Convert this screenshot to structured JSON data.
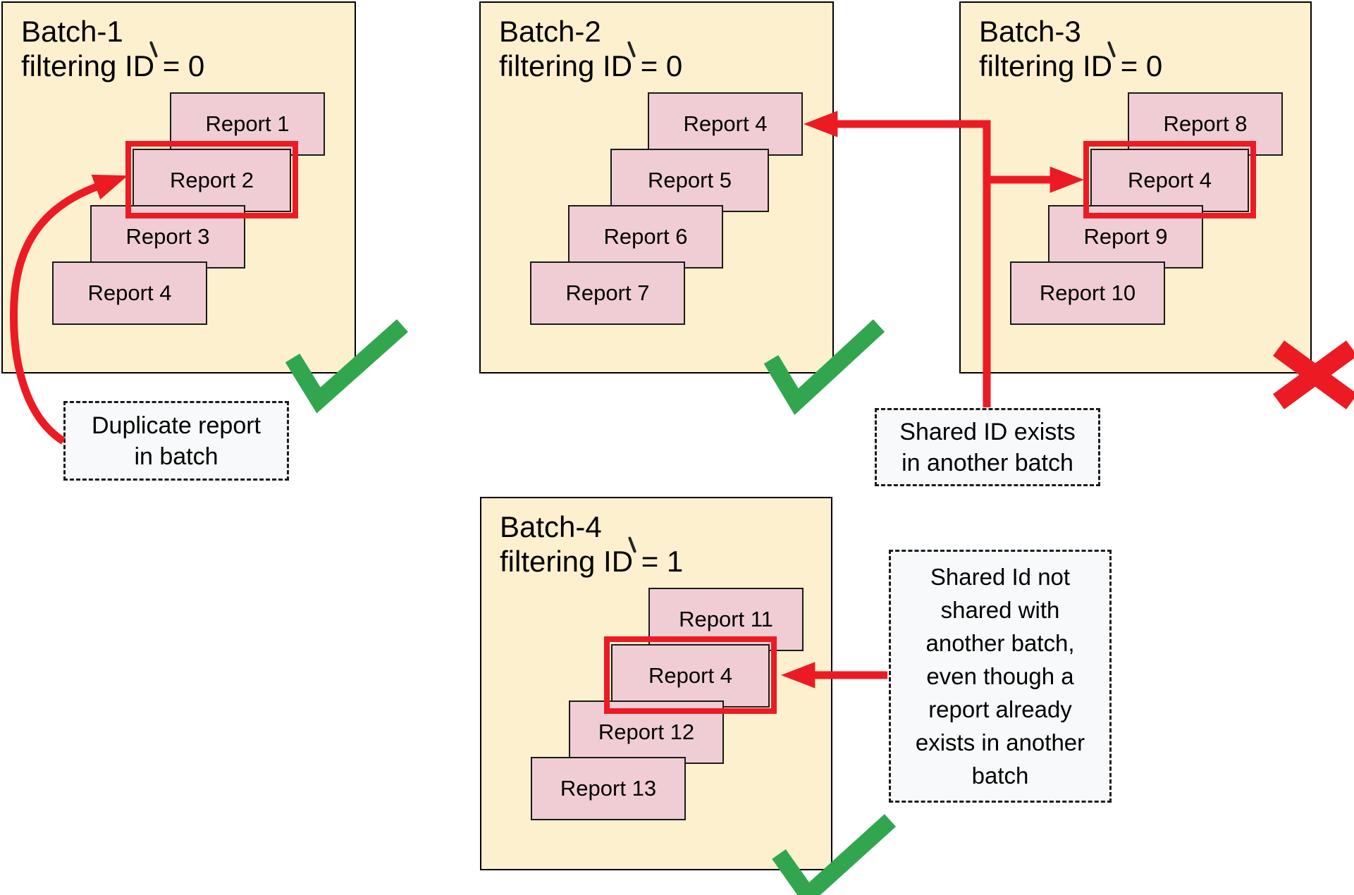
{
  "colors": {
    "batch-fill": "#fcf0ce",
    "report-fill": "#f0cdd4",
    "red": "#ec1b23",
    "green": "#31a64f",
    "note-fill": "#f7f9fa",
    "line": "#000000",
    "text": "#000000"
  },
  "batches": [
    {
      "name": "Batch-1",
      "title_line1": "Batch-1",
      "title_line2": "filtering ID = 0",
      "status": "valid",
      "status_icon": "green-checkmark",
      "reports": [
        {
          "label": "Report 1",
          "highlighted": false
        },
        {
          "label": "Report 2",
          "highlighted": true
        },
        {
          "label": "Report 3",
          "highlighted": false
        },
        {
          "label": "Report 4",
          "highlighted": false
        }
      ]
    },
    {
      "name": "Batch-2",
      "title_line1": "Batch-2",
      "title_line2": "filtering ID = 0",
      "status": "valid",
      "status_icon": "green-checkmark",
      "reports": [
        {
          "label": "Report 4",
          "highlighted": false
        },
        {
          "label": "Report 5",
          "highlighted": false
        },
        {
          "label": "Report 6",
          "highlighted": false
        },
        {
          "label": "Report 7",
          "highlighted": false
        }
      ]
    },
    {
      "name": "Batch-3",
      "title_line1": "Batch-3",
      "title_line2": "filtering ID = 0",
      "status": "invalid",
      "status_icon": "red-x",
      "reports": [
        {
          "label": "Report 8",
          "highlighted": false
        },
        {
          "label": "Report 4",
          "highlighted": true
        },
        {
          "label": "Report 9",
          "highlighted": false
        },
        {
          "label": "Report 10",
          "highlighted": false
        }
      ]
    },
    {
      "name": "Batch-4",
      "title_line1": "Batch-4",
      "title_line2": "filtering ID = 1",
      "status": "valid",
      "status_icon": "green-checkmark",
      "reports": [
        {
          "label": "Report 11",
          "highlighted": false
        },
        {
          "label": "Report 4",
          "highlighted": true
        },
        {
          "label": "Report 12",
          "highlighted": false
        },
        {
          "label": "Report 13",
          "highlighted": false
        }
      ]
    }
  ],
  "notes": {
    "duplicate": {
      "text": "Duplicate report\nin batch"
    },
    "shared_exists": {
      "text": "Shared ID exists\nin another batch"
    },
    "shared_not": {
      "text": "Shared Id not\nshared with\nanother batch,\neven though a\nreport already\nexists in another\nbatch"
    }
  }
}
